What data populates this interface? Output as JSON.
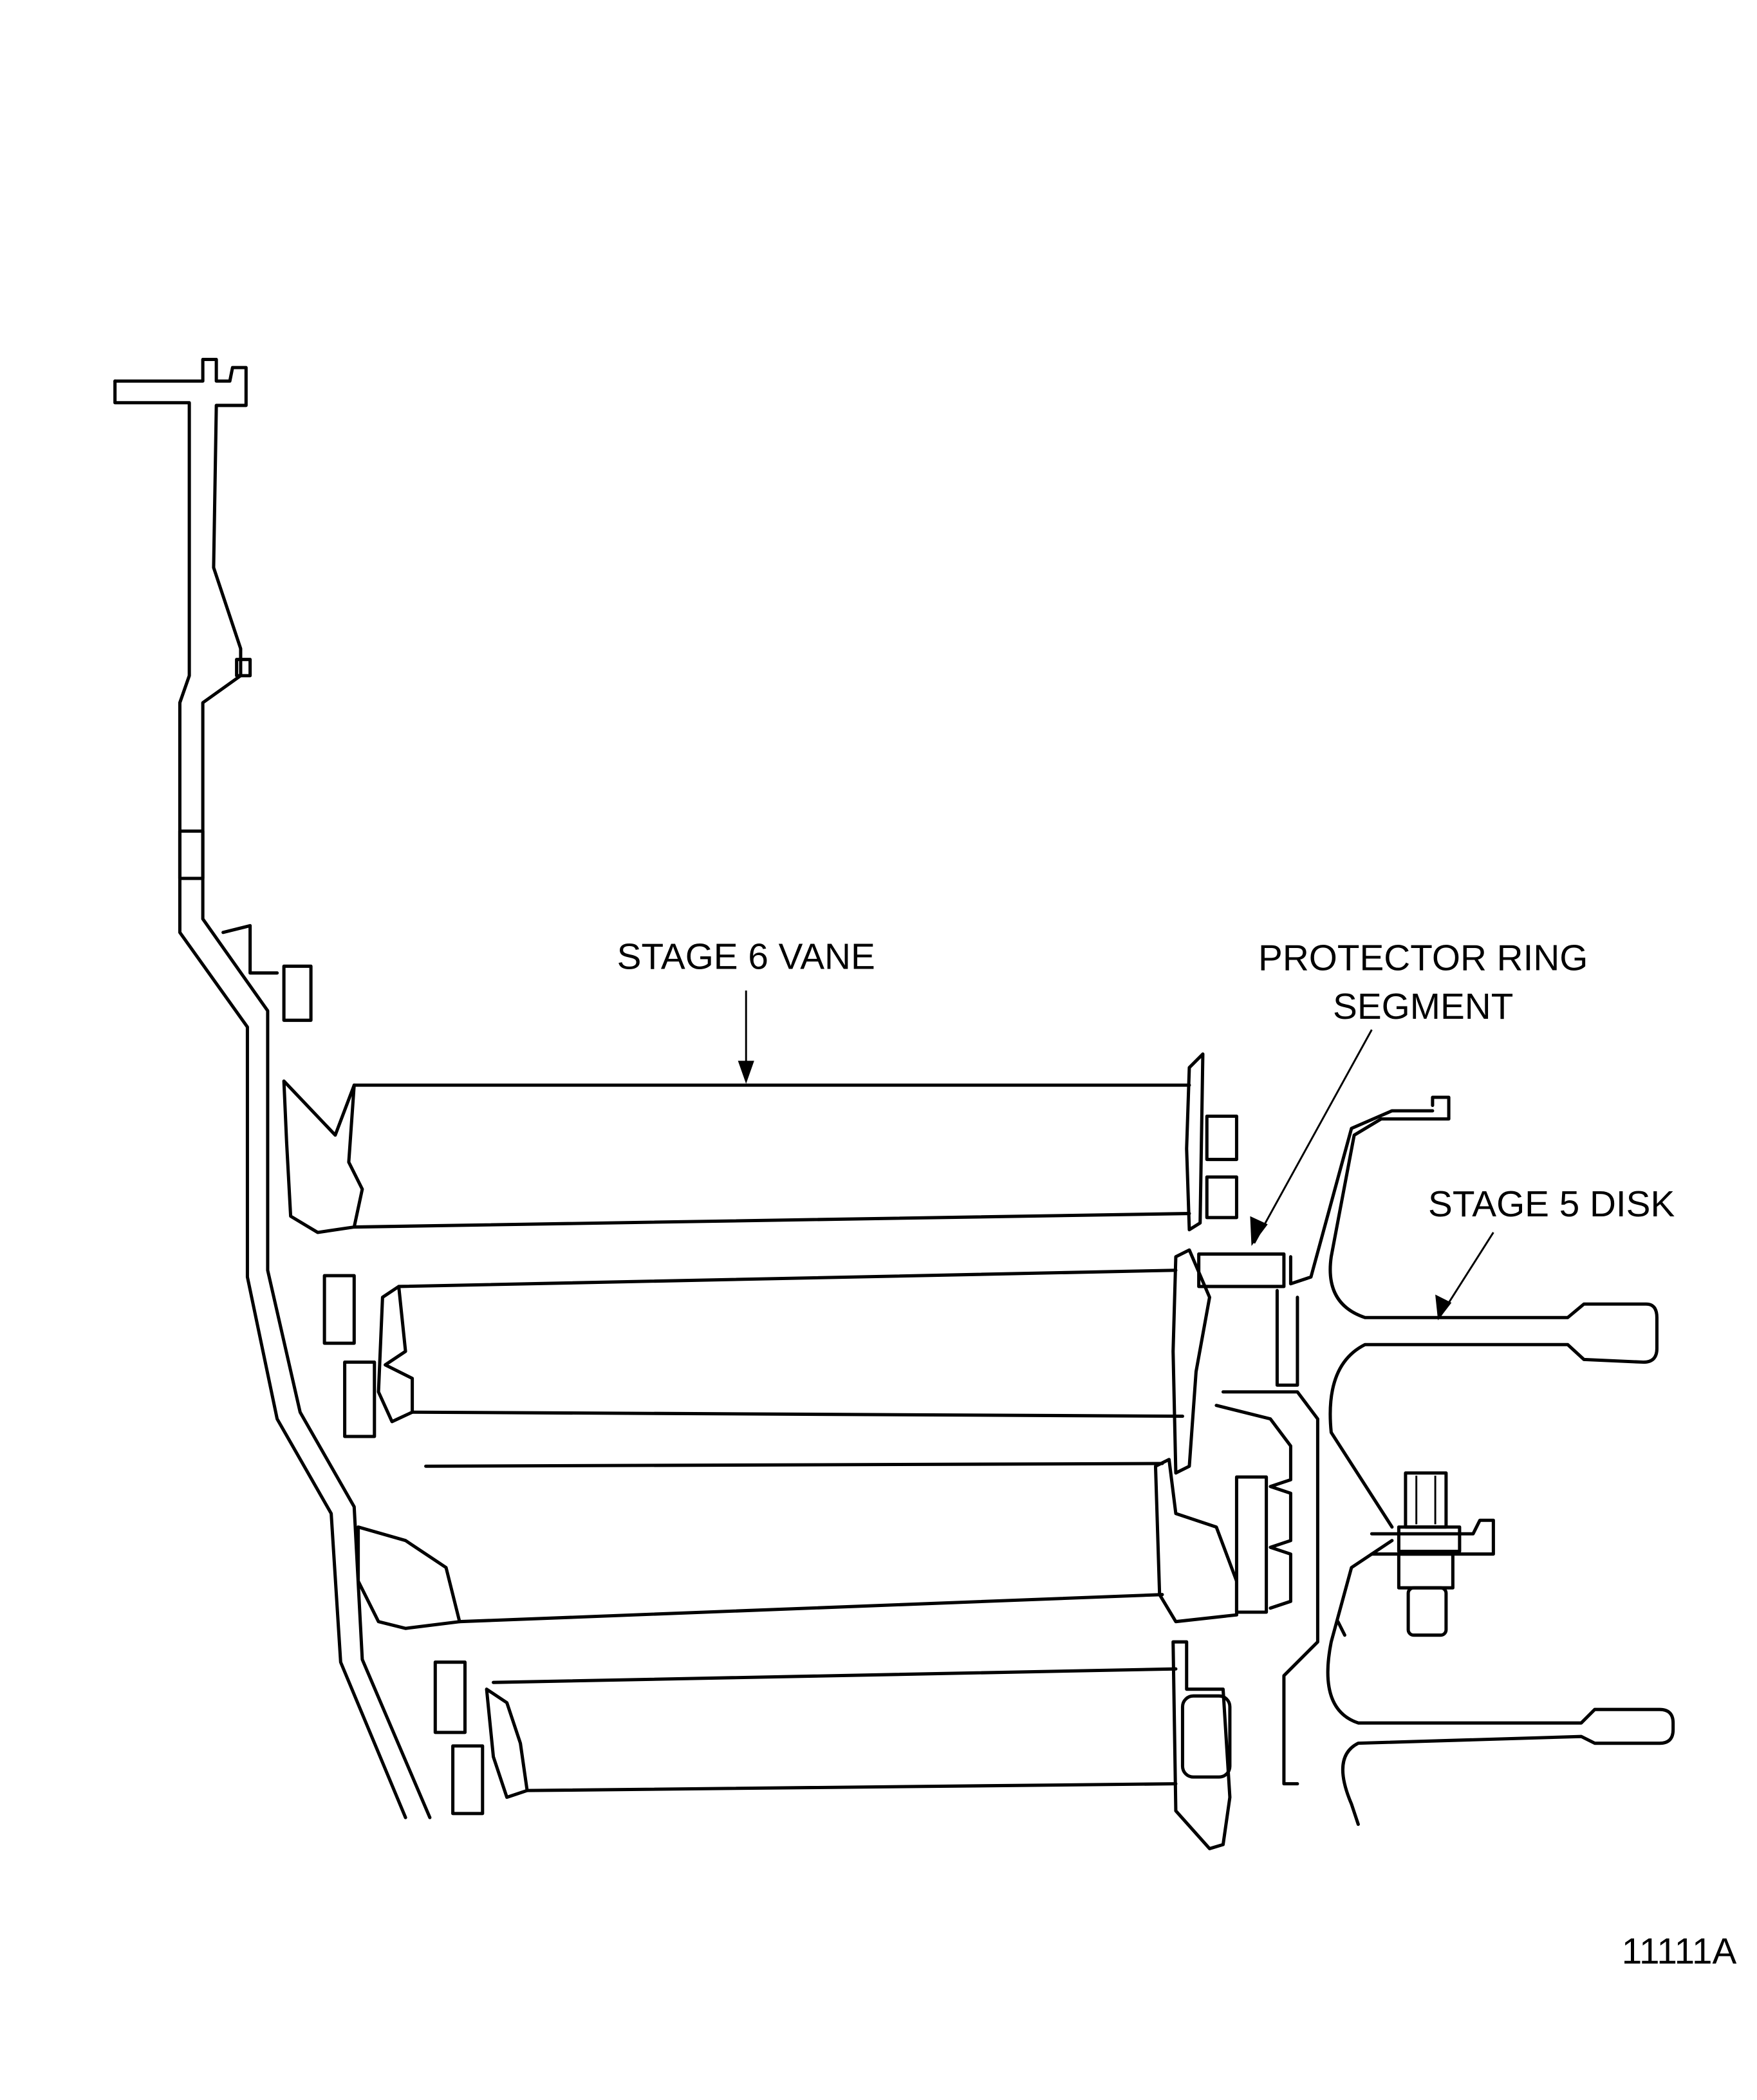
{
  "diagram": {
    "labels": {
      "stage6_vane": "STAGE 6 VANE",
      "protector_ring_line1": "PROTECTOR RING",
      "protector_ring_line2": "SEGMENT",
      "stage5_disk": "STAGE 5 DISK"
    },
    "figure_number": "11111A",
    "line_color": "#000000",
    "background": "#ffffff"
  }
}
